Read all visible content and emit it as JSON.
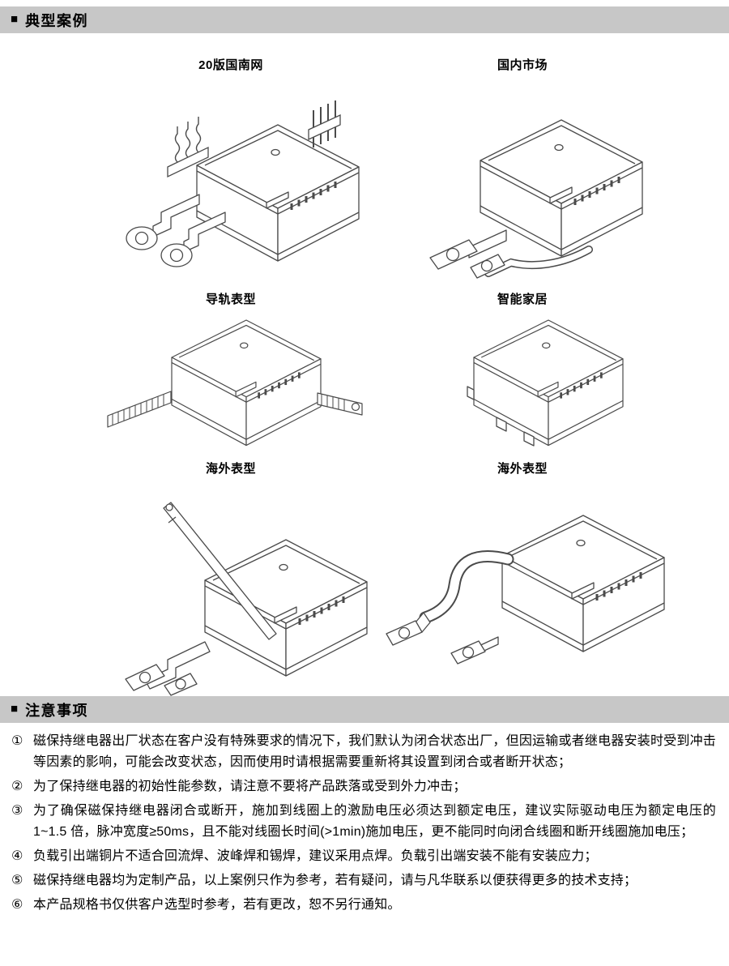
{
  "icons": {
    "section_bullet": "■"
  },
  "sections": {
    "cases_title": "典型案例",
    "notes_title": "注意事项"
  },
  "cases": [
    {
      "label": "20版国南网"
    },
    {
      "label": "国内市场"
    },
    {
      "label": "导轨表型"
    },
    {
      "label": "智能家居"
    },
    {
      "label": "海外表型"
    },
    {
      "label": "海外表型"
    }
  ],
  "notes": [
    {
      "num": "①",
      "text": "磁保持继电器出厂状态在客户没有特殊要求的情况下，我们默认为闭合状态出厂，但因运输或者继电器安装时受到冲击等因素的影响，可能会改变状态，因而使用时请根据需要重新将其设置到闭合或者断开状态；"
    },
    {
      "num": "②",
      "text": "为了保持继电器的初始性能参数，请注意不要将产品跌落或受到外力冲击；"
    },
    {
      "num": "③",
      "text": "为了确保磁保持继电器闭合或断开，施加到线圈上的激励电压必须达到额定电压，建议实际驱动电压为额定电压的 1~1.5 倍，脉冲宽度≥50ms，且不能对线圈长时间(>1min)施加电压，更不能同时向闭合线圈和断开线圈施加电压；"
    },
    {
      "num": "④",
      "text": "负载引出端铜片不适合回流焊、波峰焊和锡焊，建议采用点焊。负载引出端安装不能有安装应力；"
    },
    {
      "num": "⑤",
      "text": "磁保持继电器均为定制产品，以上案例只作为参考，若有疑问，请与凡华联系以便获得更多的技术支持；"
    },
    {
      "num": "⑥",
      "text": "本产品规格书仅供客户选型时参考，若有更改，恕不另行通知。"
    }
  ]
}
